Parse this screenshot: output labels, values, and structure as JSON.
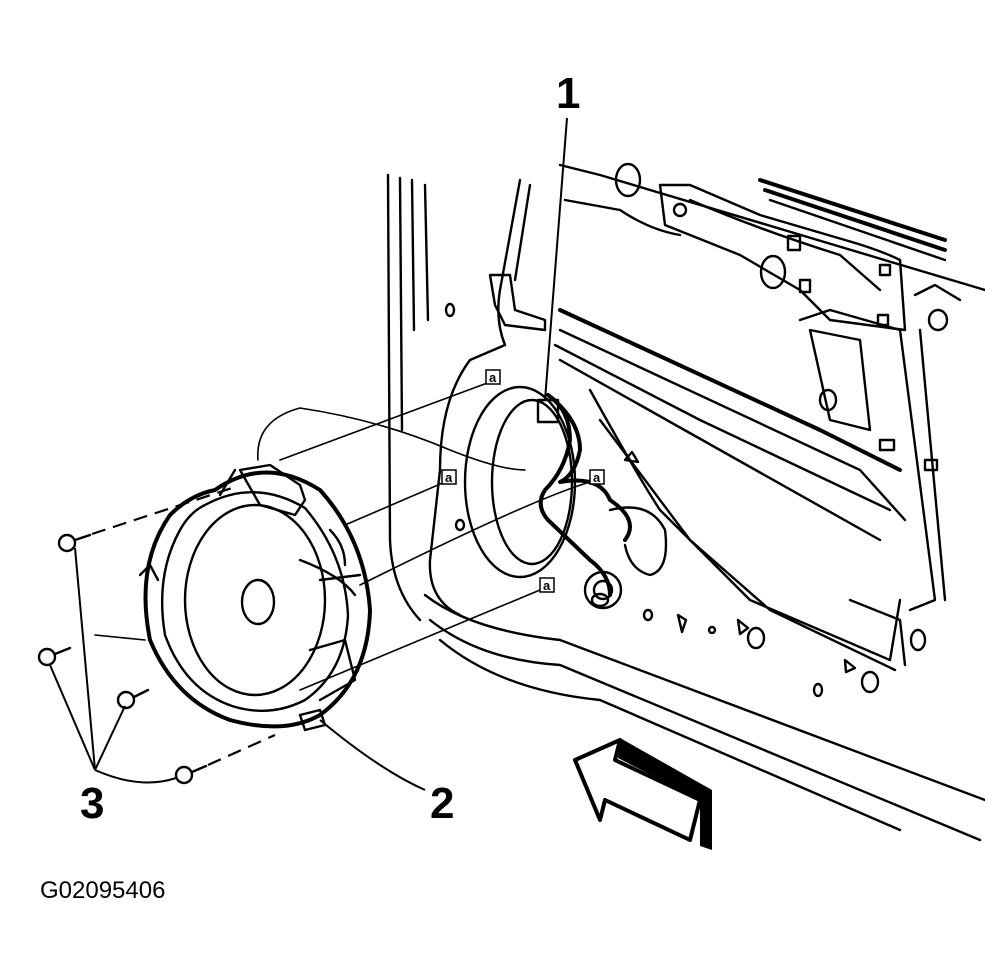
{
  "callouts": {
    "door_wiring_connector": "1",
    "speaker": "2",
    "screws": "3"
  },
  "alignment_marks": {
    "mark_1": "a",
    "mark_2": "a",
    "mark_3": "a",
    "mark_4": "a"
  },
  "figure_id": "G02095406",
  "colors": {
    "line": "#000000",
    "background": "#ffffff"
  }
}
